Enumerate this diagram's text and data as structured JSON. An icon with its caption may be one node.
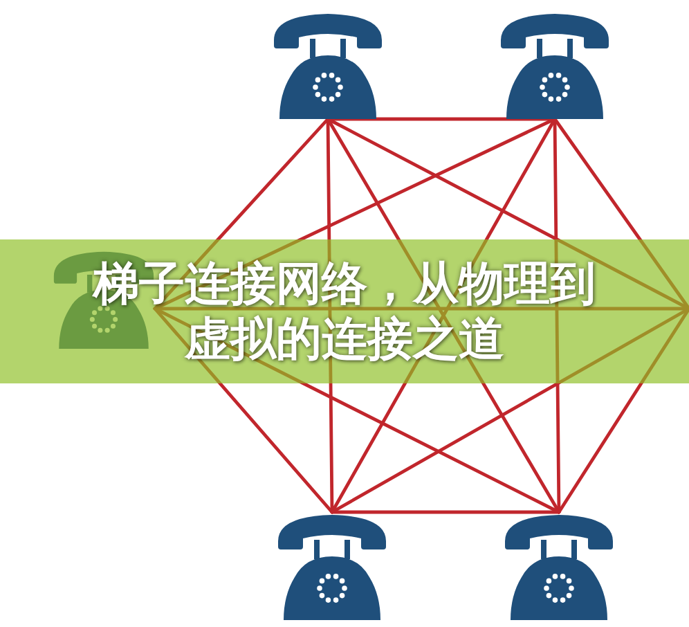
{
  "diagram": {
    "title": "梯子连接网络，从物理到虚拟的连接之道",
    "nodes": [
      {
        "text": [],
        "shape": "picture"
      },
      {
        "text": [],
        "shape": "picture"
      },
      {
        "text": [],
        "shape": "picture"
      },
      {
        "text": [],
        "shape": "picture"
      },
      {
        "text": [],
        "shape": "picture"
      }
    ],
    "edges": [
      {
        "from": 0,
        "to": 1,
        "arrow": "none"
      },
      {
        "from": 0,
        "to": 2,
        "arrow": "none"
      },
      {
        "from": 0,
        "to": 3,
        "arrow": "none"
      },
      {
        "from": 0,
        "to": 4,
        "arrow": "none"
      },
      {
        "from": 0,
        "to": null,
        "arrow": "none"
      },
      {
        "from": 1,
        "to": 2,
        "arrow": "none"
      },
      {
        "from": 1,
        "to": 3,
        "arrow": "none"
      },
      {
        "from": 1,
        "to": 4,
        "arrow": "none"
      },
      {
        "from": 1,
        "to": null,
        "arrow": "none"
      },
      {
        "from": 2,
        "to": 3,
        "arrow": "none"
      },
      {
        "from": 2,
        "to": 4,
        "arrow": "none"
      },
      {
        "from": 2,
        "to": null,
        "arrow": "none"
      },
      {
        "from": 3,
        "to": 4,
        "arrow": "none"
      },
      {
        "from": 3,
        "to": null,
        "arrow": "none"
      },
      {
        "from": 4,
        "to": null,
        "arrow": "none"
      }
    ]
  }
}
